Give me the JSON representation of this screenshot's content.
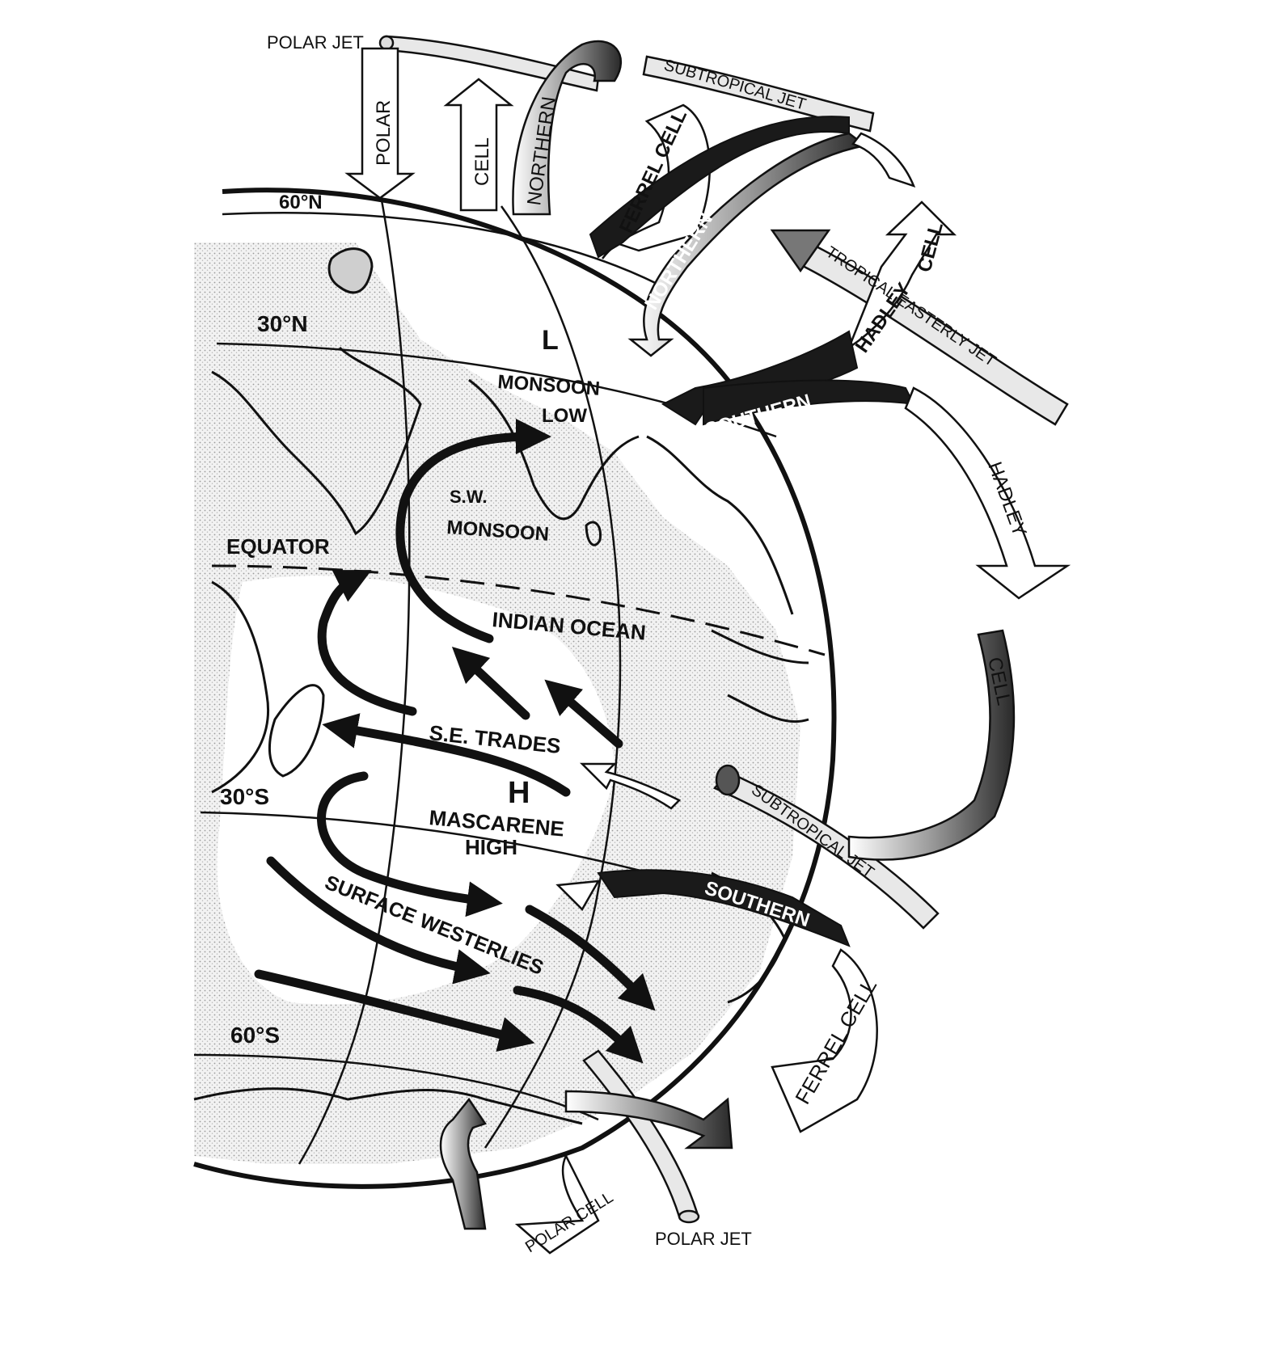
{
  "labels": {
    "polar_jet_north": "POLAR JET",
    "polar_jet_south": "POLAR JET",
    "subtropical_jet_north": "SUBTROPICAL JET",
    "subtropical_jet_south": "SUBTROPICAL JET",
    "tropical_easterly_jet": "TROPICAL EASTERLY JET",
    "polar_cell_north": "POLAR",
    "cell_north": "CELL",
    "northern_polar": "NORTHERN",
    "ferrel_cell_north": "FERREL CELL",
    "northern_ferrel": "NORTHERN",
    "hadley_cell_north_a": "HADLEY",
    "hadley_cell_north_b": "CELL",
    "southern_hadley": "SOUTHERN",
    "hadley_south": "HADLEY",
    "cell_south": "CELL",
    "southern_ferrel": "SOUTHERN",
    "ferrel_cell_south": "FERREL CELL",
    "polar_cell_south": "POLAR CELL",
    "lat_60n": "60°N",
    "lat_30n": "30°N",
    "equator": "EQUATOR",
    "lat_30s": "30°S",
    "lat_60s": "60°S",
    "low_symbol": "L",
    "monsoon_low_1": "MONSOON",
    "monsoon_low_2": "LOW",
    "sw_monsoon_1": "S.W.",
    "sw_monsoon_2": "MONSOON",
    "indian_ocean": "INDIAN OCEAN",
    "se_trades": "S.E. TRADES",
    "high_symbol": "H",
    "mascarene_1": "MASCARENE",
    "mascarene_2": "HIGH",
    "surface_westerlies": "SURFACE WESTERLIES"
  },
  "colors": {
    "ink": "#111111",
    "paper": "#ffffff",
    "land_stipple": "#e6e6e6"
  }
}
